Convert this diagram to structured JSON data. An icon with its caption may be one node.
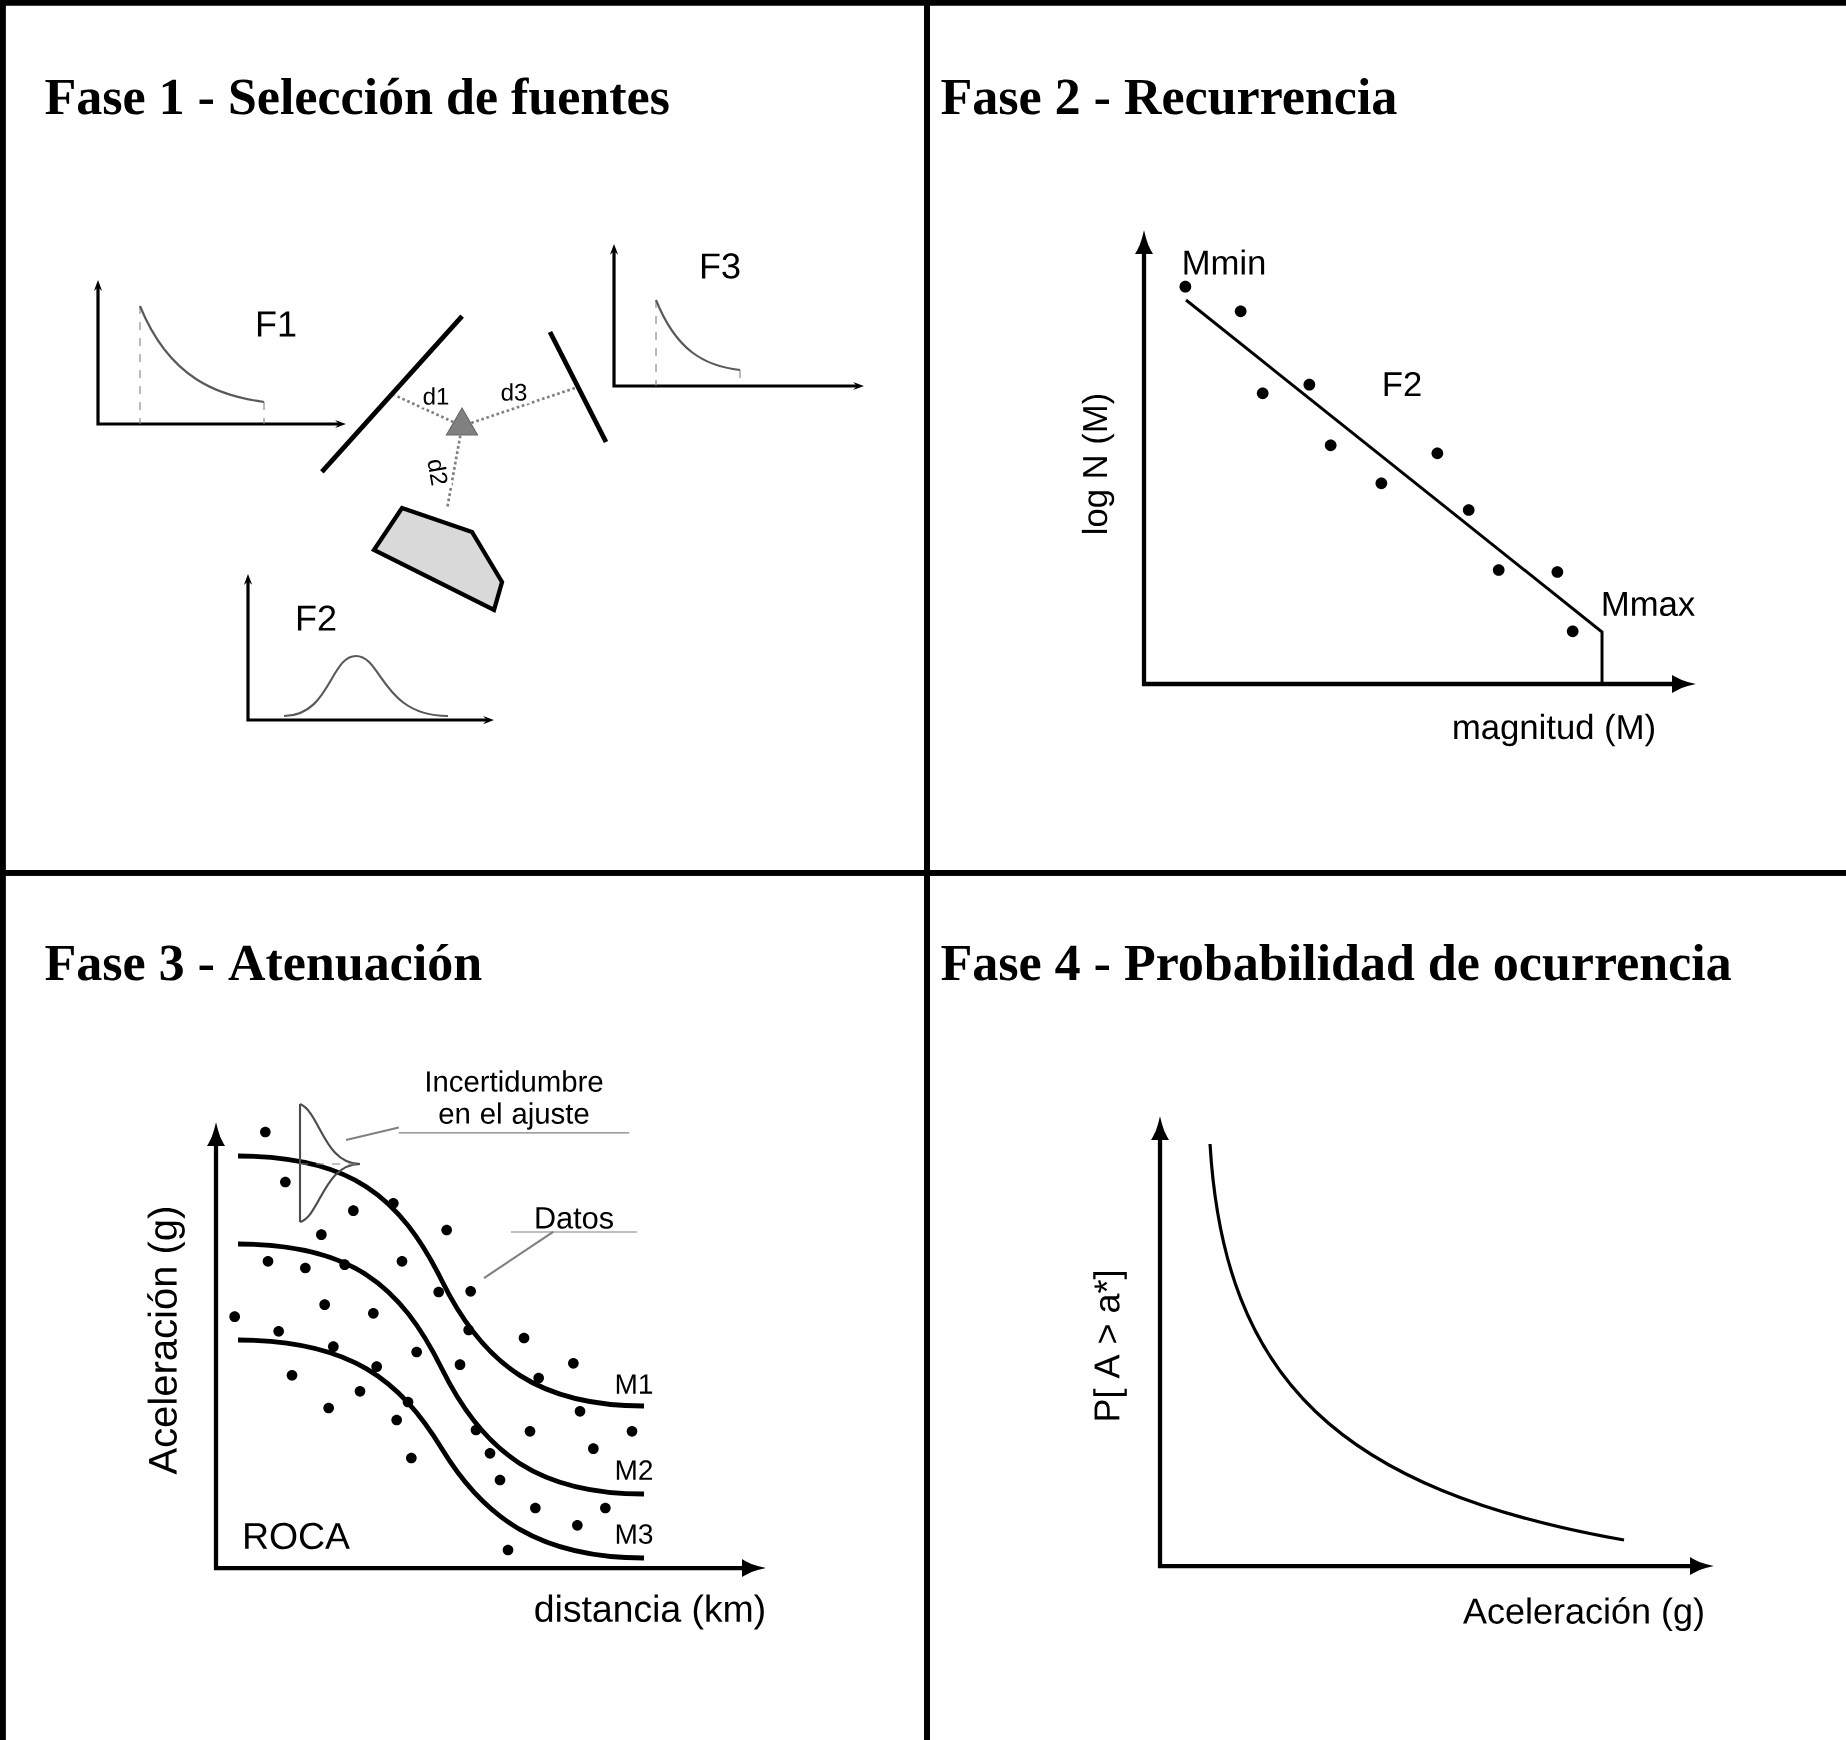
{
  "diagram": {
    "nodes": [
      {
        "text": [
          "Fase 1 - Selección de fuentes"
        ]
      },
      {
        "text": [],
        "shape": "line",
        "in": 0
      },
      {
        "text": [],
        "shape": "polygon",
        "in": 0
      },
      {
        "text": [],
        "shape": "triangle",
        "in": 0
      },
      {
        "text": [],
        "shape": "line",
        "in": 0
      },
      {
        "text": [
          "Fase 2 - Recurrencia"
        ]
      },
      {
        "text": [
          "Fase 3 - Atenuación"
        ]
      },
      {
        "text": [
          "Incertidumbre en el ajuste"
        ],
        "in": 6
      },
      {
        "text": [
          "Datos"
        ],
        "in": 6
      },
      {
        "text": [
          "Fase 4 - Probabilidad de ocurrencia"
        ]
      }
    ],
    "edges": [
      {
        "from": 3,
        "to": 1,
        "arrow": "none",
        "style": "dashed",
        "label": "d1"
      },
      {
        "from": 3,
        "to": 2,
        "arrow": "none",
        "style": "dashed",
        "label": "d2"
      },
      {
        "from": 3,
        "to": 4,
        "arrow": "none",
        "style": "dashed",
        "label": "d3"
      },
      {
        "from": 7,
        "to": null,
        "arrow": "none"
      },
      {
        "from": 8,
        "to": null,
        "arrow": "none"
      }
    ],
    "labels": [
      "F3",
      "F1",
      "F2",
      "Mmin",
      "F2",
      "Mmax",
      "log N (M)",
      "magnitud (M)",
      "Aceleración (g)",
      "ROCA",
      "M1",
      "M2",
      "M3",
      "distancia (km)",
      "P[ A > a*]",
      "Aceleración (g)"
    ]
  }
}
